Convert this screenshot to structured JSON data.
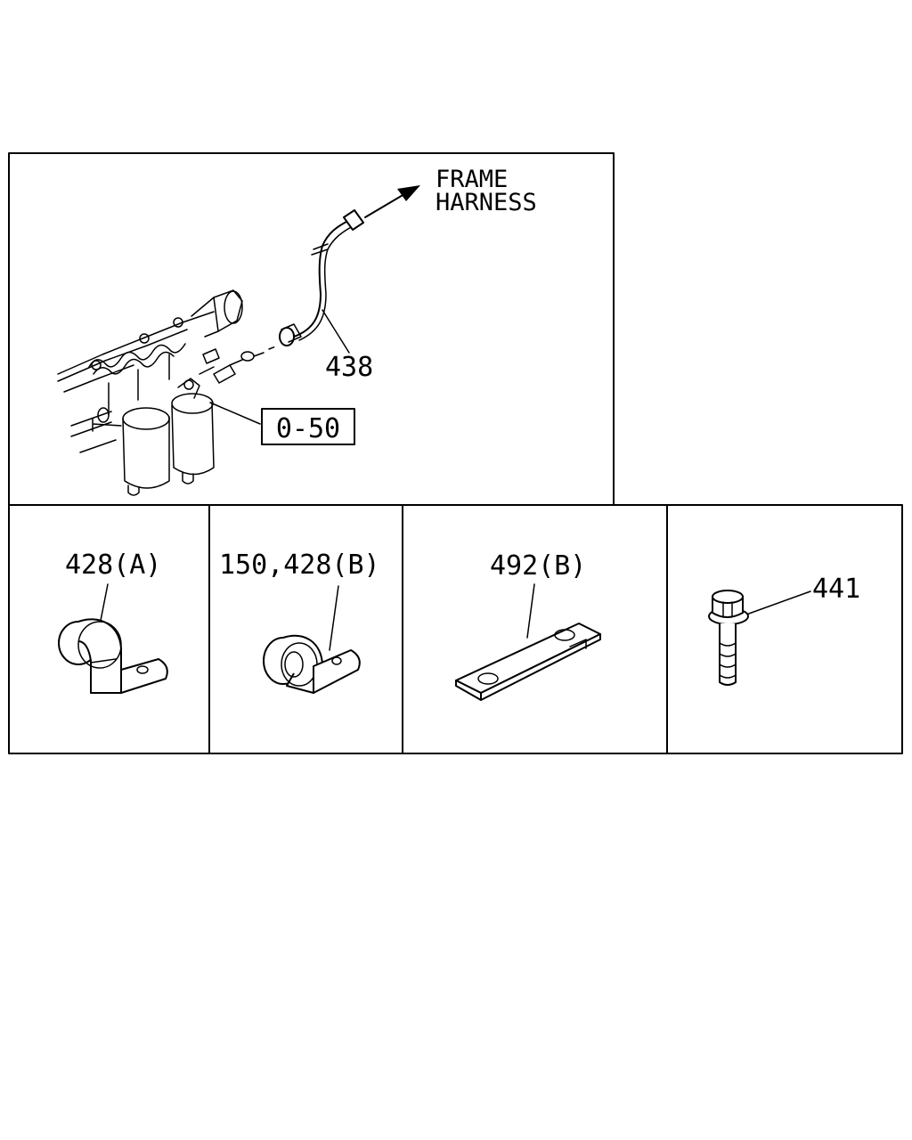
{
  "main_view": {
    "frame_label_line1": "FRAME",
    "frame_label_line2": "HARNESS",
    "harness_part": "438",
    "filter_ref": "0-50"
  },
  "parts": [
    {
      "label": "428(A)"
    },
    {
      "label": "150,428(B)"
    },
    {
      "label": "492(B)"
    },
    {
      "label": "441"
    }
  ]
}
